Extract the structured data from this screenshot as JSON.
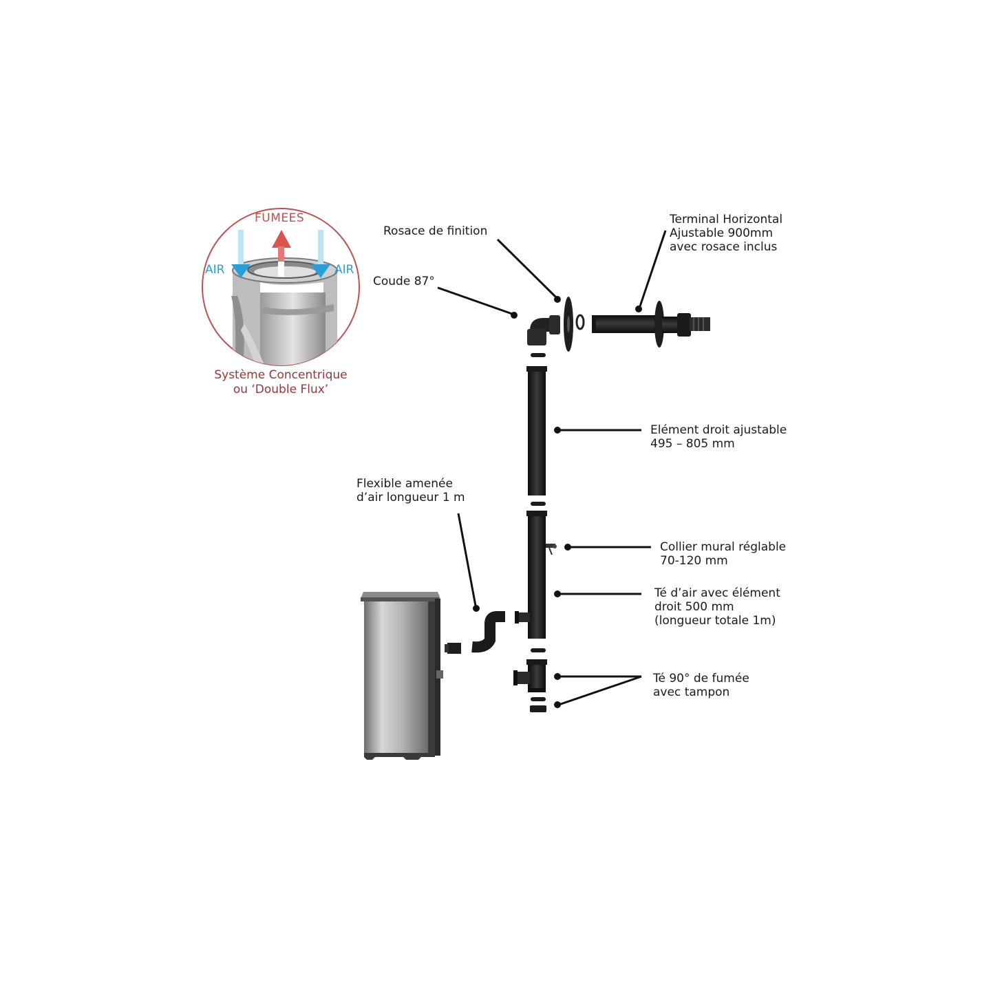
{
  "inset": {
    "fumees": "FUMEES",
    "air_left": "AIR",
    "air_right": "AIR",
    "caption_line1": "Système Concentrique",
    "caption_line2": "ou ‘Double Flux’",
    "colors": {
      "circle": "#c0504d",
      "smoke_arrow": "#d9534f",
      "air_arrow": "#2a9fd6"
    }
  },
  "labels": {
    "rosace": {
      "line1": "Rosace de finition"
    },
    "terminal": {
      "line1": "Terminal Horizontal",
      "line2": "Ajustable 900mm",
      "line3": "avec rosace inclus"
    },
    "coude": {
      "line1": "Coude 87°"
    },
    "element_droit": {
      "line1": "Elément droit ajustable",
      "line2": "495 – 805 mm"
    },
    "flexible": {
      "line1": "Flexible amenée",
      "line2": "d’air longueur 1 m"
    },
    "collier": {
      "line1": "Collier mural réglable",
      "line2": "70-120 mm"
    },
    "te_air": {
      "line1": "Té d’air avec élément",
      "line2": "droit 500 mm",
      "line3": "(longueur totale 1m)"
    },
    "te_fumee": {
      "line1": "Té 90° de fumée",
      "line2": "avec tampon"
    }
  }
}
